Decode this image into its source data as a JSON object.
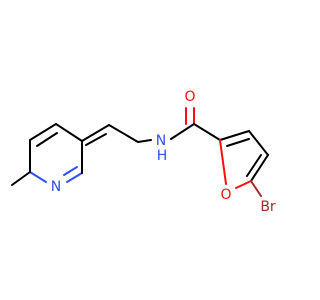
{
  "atoms": {
    "n_pyridine": "N",
    "n_amide": "N",
    "h_amide": "H",
    "o_carbonyl": "O",
    "o_furan": "O",
    "br": "Br"
  },
  "colors": {
    "carbon": "#000000",
    "nitrogen": "#3050F8",
    "oxygen": "#FF0D0D",
    "bromine": "#A62929"
  }
}
